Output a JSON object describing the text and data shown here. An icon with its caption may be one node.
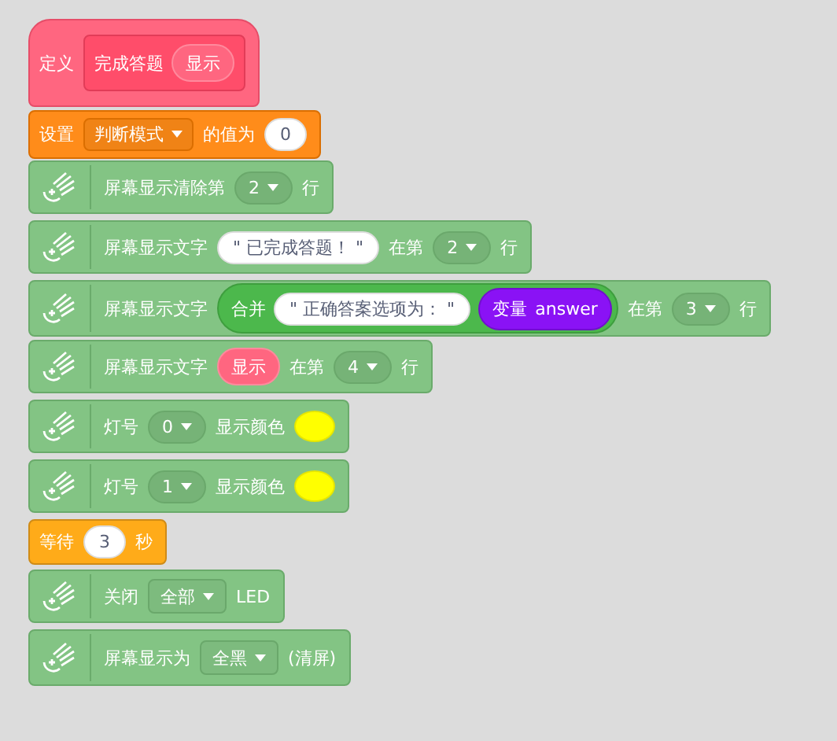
{
  "diagram": {
    "nodes": [
      {
        "text": [
          "定义"
        ]
      },
      {
        "text": [
          "完成答题"
        ],
        "in": 0
      },
      {
        "text": [
          "显示"
        ],
        "in": 1
      },
      {
        "text": [
          "设置",
          "的值为"
        ]
      },
      {
        "text": [
          "判断模式"
        ],
        "in": 3
      },
      {
        "text": [
          "0"
        ],
        "in": 3
      },
      {
        "text": [
          "屏幕显示清除第",
          "行"
        ]
      },
      {
        "text": [
          "2"
        ],
        "in": 6
      },
      {
        "text": [
          "屏幕显示文字",
          "在第",
          "行"
        ]
      },
      {
        "text": [
          "\" 已完成答题！ \""
        ],
        "in": 8
      },
      {
        "text": [
          "2"
        ],
        "in": 8
      },
      {
        "text": [
          "屏幕显示文字",
          "在第",
          "行"
        ]
      },
      {
        "text": [
          "合并"
        ],
        "in": 11
      },
      {
        "text": [
          "\" 正确答案选项为： \""
        ],
        "in": 12
      },
      {
        "text": [
          "变量",
          "answer"
        ],
        "in": 12
      },
      {
        "text": [
          "3"
        ],
        "in": 11
      },
      {
        "text": [
          "屏幕显示文字",
          "在第",
          "行"
        ]
      },
      {
        "text": [
          "显示"
        ],
        "in": 16
      },
      {
        "text": [
          "4"
        ],
        "in": 16
      },
      {
        "text": [
          "灯号",
          "显示颜色"
        ]
      },
      {
        "text": [
          "0"
        ],
        "in": 19
      },
      {
        "text": [],
        "shape": "circle",
        "in": 19
      },
      {
        "text": [
          "灯号",
          "显示颜色"
        ]
      },
      {
        "text": [
          "1"
        ],
        "in": 22
      },
      {
        "text": [],
        "shape": "circle",
        "in": 22
      },
      {
        "text": [
          "等待",
          "秒"
        ]
      },
      {
        "text": [
          "3"
        ],
        "in": 25
      },
      {
        "text": [
          "关闭",
          "LED"
        ]
      },
      {
        "text": [
          "全部"
        ],
        "in": 27
      },
      {
        "text": [
          "屏幕显示为",
          "(清屏)"
        ]
      },
      {
        "text": [
          "全黑"
        ],
        "in": 29
      }
    ]
  }
}
